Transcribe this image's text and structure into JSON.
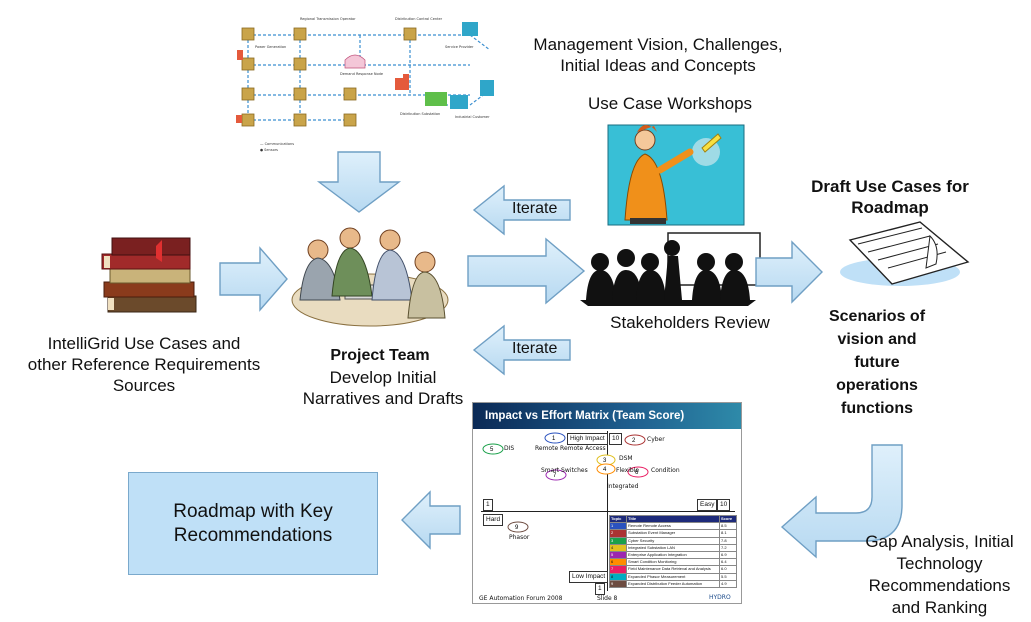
{
  "labels": {
    "management": "Management Vision, Challenges,\nInitial Ideas and Concepts",
    "workshops": "Use Case Workshops",
    "draft_title": "Draft Use Cases for\nRoadmap",
    "scenarios": "Scenarios of\nvision and\nfuture\noperations\nfunctions",
    "intelligrid": "IntelliGrid Use Cases and\nother Reference Requirements\nSources",
    "project_team_title": "Project Team",
    "project_team_sub": "Develop Initial\nNarratives and Drafts",
    "stakeholders": "Stakeholders Review",
    "iterate_top": "Iterate",
    "iterate_bottom": "Iterate",
    "roadmap": "Roadmap with Key\nRecommendations",
    "gap": "Gap Analysis, Initial\nTechnology\nRecommendations\nand Ranking"
  },
  "matrix": {
    "title": "Impact vs Effort Matrix (Team Score)",
    "high_impact": "High Impact",
    "high_impact_score": "10",
    "low_impact": "Low Impact",
    "low_impact_score": "1",
    "hard": "Hard",
    "easy": "Easy",
    "easy_score": "10",
    "left_score": "1",
    "footer_left": "GE Automation Forum 2008",
    "footer_mid": "Slide 8",
    "footer_right": "HYDRO",
    "bubbles": [
      {
        "id": "1",
        "label": "Remote Remote Access"
      },
      {
        "id": "2",
        "label": "Cyber"
      },
      {
        "id": "5",
        "label": "DIS"
      },
      {
        "id": "3",
        "label": "DSM"
      },
      {
        "id": "7",
        "label": "Smart Switches"
      },
      {
        "id": "4",
        "label": "Flexible"
      },
      {
        "id": "6",
        "label": "Condition"
      },
      {
        "id": "8",
        "label": "Integrated"
      },
      {
        "id": "9",
        "label": "Phasor"
      }
    ],
    "table_header": [
      "Topic",
      "Title",
      "Score"
    ],
    "table_rows": [
      [
        "1",
        "Remote Remote Access",
        "8.5"
      ],
      [
        "2",
        "Substation Event Manager",
        "8.1"
      ],
      [
        "3",
        "Cyber Security",
        "7.8"
      ],
      [
        "4",
        "Integrated Substation LAN",
        "7.2"
      ],
      [
        "5",
        "Enterprise Application Integration",
        "6.9"
      ],
      [
        "6",
        "Smart Condition Monitoring",
        "6.4"
      ],
      [
        "7",
        "Field Maintenance Data Retrieval and Analysis",
        "6.0"
      ],
      [
        "8",
        "Expanded Phasor Measurement",
        "5.5"
      ],
      [
        "9",
        "Expanded Distribution Feeder Automation",
        "4.9"
      ]
    ],
    "colors": [
      "#2a52be",
      "#a33",
      "#1aa04a",
      "#e0c020",
      "#9c27b0",
      "#ff8c00",
      "#e91e63",
      "#00acc1",
      "#6d4c41"
    ]
  },
  "colors": {
    "arrow_fill": "#cfe6f7",
    "arrow_stroke": "#6f9fc4",
    "box_fill": "#bfe0f7"
  }
}
